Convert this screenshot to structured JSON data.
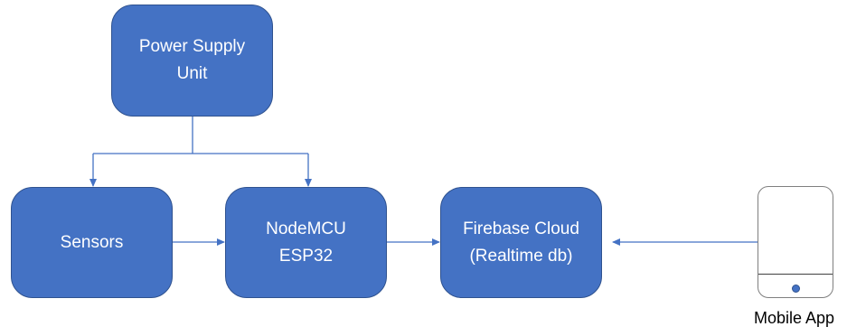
{
  "colors": {
    "box_fill": "#4472c4",
    "box_border": "#2f528f",
    "box_text": "#ffffff",
    "connector": "#4472c4",
    "phone_outline": "#7f7f7f"
  },
  "nodes": {
    "power_supply": {
      "line1": "Power Supply",
      "line2": "Unit"
    },
    "sensors": {
      "line1": "Sensors"
    },
    "nodemcu": {
      "line1": "NodeMCU",
      "line2": "ESP32"
    },
    "firebase": {
      "line1": "Firebase Cloud",
      "line2": "(Realtime db)"
    },
    "mobile_app": {
      "label": "Mobile App",
      "icon": "smartphone-icon"
    }
  },
  "edges": [
    {
      "from": "Power Supply Unit",
      "to": "Sensors"
    },
    {
      "from": "Power Supply Unit",
      "to": "NodeMCU ESP32"
    },
    {
      "from": "Sensors",
      "to": "NodeMCU ESP32"
    },
    {
      "from": "NodeMCU ESP32",
      "to": "Firebase Cloud (Realtime db)"
    },
    {
      "from": "Mobile App",
      "to": "Firebase Cloud (Realtime db)"
    }
  ]
}
